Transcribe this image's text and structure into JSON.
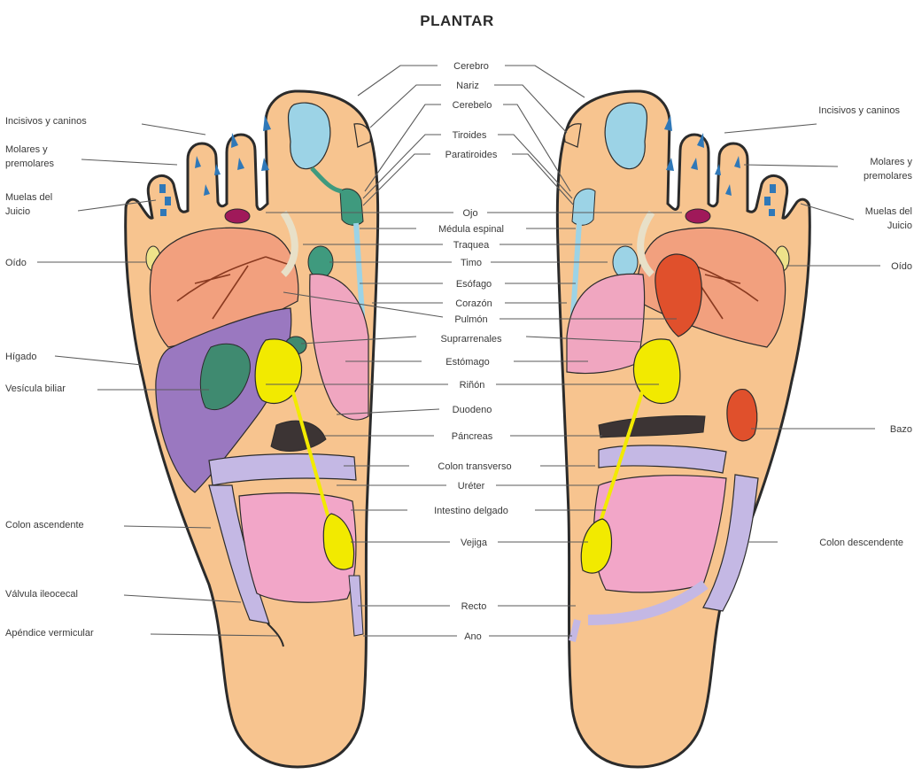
{
  "title": "PLANTAR",
  "colors": {
    "skin": "#f7c48f",
    "outline": "#2b2b2b",
    "lung": "#f2a07e",
    "liver": "#9a78c0",
    "gallbladder": "#3f8a70",
    "kidney": "#f2ea00",
    "stomach": "#f0a6c0",
    "intestine": "#f2a6c8",
    "colon": "#c4b8e4",
    "brain": "#9cd3e6",
    "teeth": "#2f78b8",
    "eye": "#a0195a",
    "heart": "#e0502c",
    "pancreas": "#3c3434",
    "thyroid": "#3f9a7e",
    "ear": "#eee28a"
  },
  "center_labels": {
    "cerebro": "Cerebro",
    "nariz": "Nariz",
    "cerebelo": "Cerebelo",
    "tiroides": "Tiroides",
    "paratiroides": "Paratiroides",
    "ojo": "Ojo",
    "medula": "Médula espinal",
    "traquea": "Traquea",
    "timo": "Timo",
    "esofago": "Esófago",
    "corazon": "Corazón",
    "pulmon": "Pulmón",
    "suprarrenales": "Suprarrenales",
    "estomago": "Estómago",
    "rinon": "Riñón",
    "duodeno": "Duodeno",
    "pancreas": "Páncreas",
    "colon_transverso": "Colon transverso",
    "ureter": "Uréter",
    "intestino": "Intestino delgado",
    "vejiga": "Vejiga",
    "recto": "Recto",
    "ano": "Ano"
  },
  "left_labels": {
    "incisivos": "Incisivos y caninos",
    "molares_1": "Molares y",
    "molares_2": "premolares",
    "muelas_1": "Muelas del",
    "muelas_2": "Juicio",
    "oido": "Oído",
    "higado": "Hígado",
    "vesicula": "Vesícula biliar",
    "colon_ascendente": "Colon ascendente",
    "valvula": "Válvula ileocecal",
    "apendice": "Apéndice vermicular"
  },
  "right_labels": {
    "incisivos": "Incisivos y caninos",
    "molares_1": "Molares y",
    "molares_2": "premolares",
    "muelas_1": "Muelas del",
    "muelas_2": "Juicio",
    "oido": "Oído",
    "bazo": "Bazo",
    "colon_descendente": "Colon descendente"
  }
}
